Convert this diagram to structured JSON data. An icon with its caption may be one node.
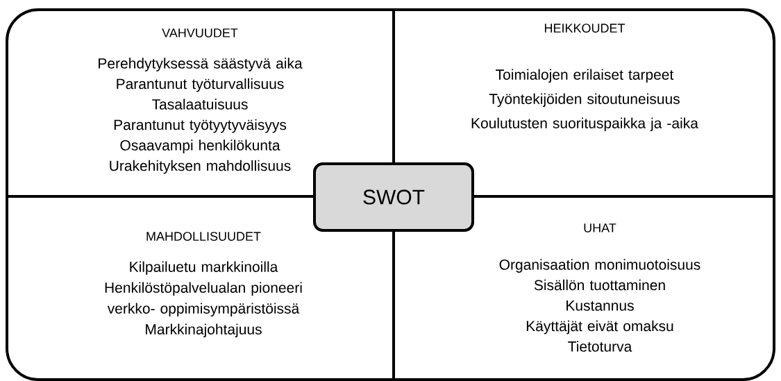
{
  "diagram": {
    "nodes": [
      {
        "text": [
          "VAHVUUDET",
          "Perehdytyksessä säästyvä aika",
          "Parantunut työturvallisuus",
          "Tasalaatuisuus",
          "Parantunut työtyytyväisyys",
          "Osaavampi henkilökunta",
          "Urakehityksen mahdollisuus"
        ]
      },
      {
        "text": [
          "HEIKKOUDET",
          "Toimialojen erilaiset tarpeet",
          "Työntekijöiden sitoutuneisuus",
          "Koulutusten suorituspaikka ja -aika"
        ]
      },
      {
        "text": [
          "SWOT"
        ]
      },
      {
        "text": [
          "MAHDOLLISUUDET",
          "Kilpailuetu markkinoilla",
          "Henkilöstöpalvelualan pioneeri verkko- oppimisympäristöissä",
          "Markkinajohtajuus"
        ]
      },
      {
        "text": [
          "UHAT",
          "Organisaation monimuotoisuus",
          "Sisällön tuottaminen",
          "Kustannus",
          "Käyttäjät eivät omaksu",
          "Tietoturva"
        ]
      }
    ]
  }
}
